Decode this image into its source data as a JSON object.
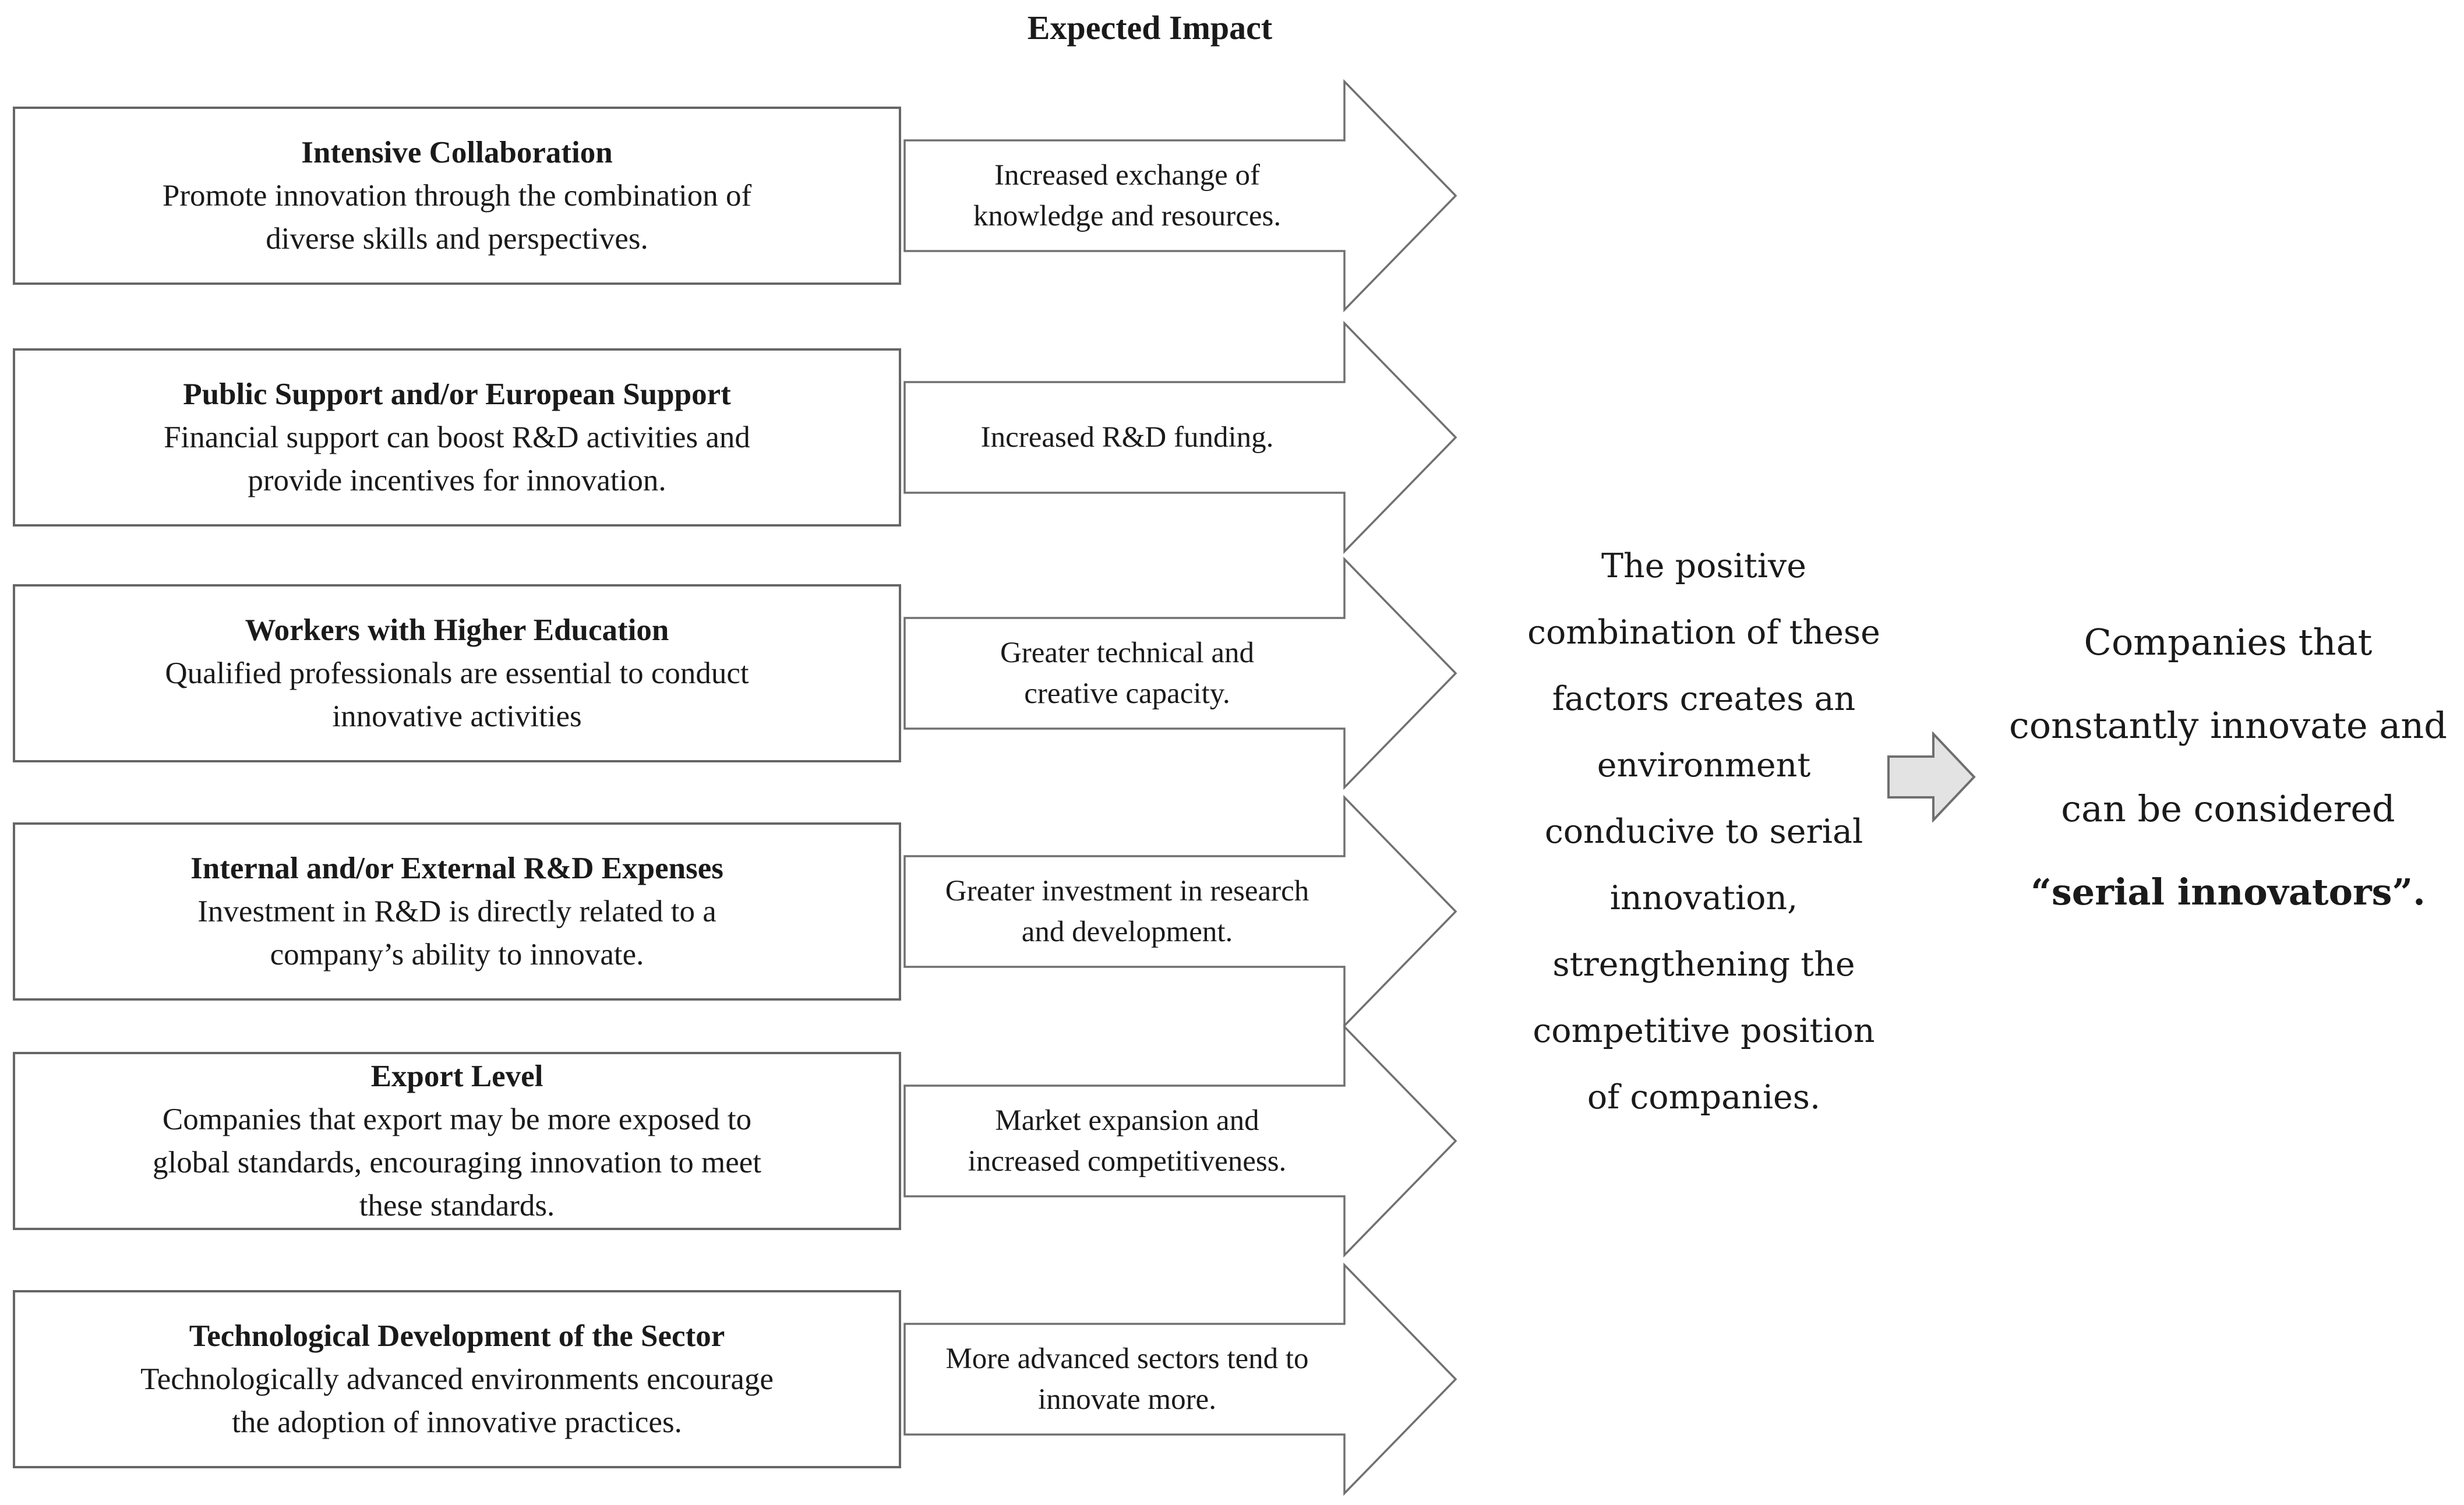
{
  "title": "Expected Impact",
  "factors": [
    {
      "name": "Intensive Collaboration",
      "description_lines": [
        "Promote innovation through the combination of",
        "diverse skills and perspectives."
      ],
      "impact_lines": [
        "Increased exchange of",
        "knowledge and resources."
      ]
    },
    {
      "name": "Public Support and/or European Support",
      "description_lines": [
        "Financial support can boost R&D activities and",
        "provide incentives for innovation."
      ],
      "impact_lines": [
        "Increased R&D funding."
      ]
    },
    {
      "name": "Workers with Higher Education",
      "description_lines": [
        "Qualified professionals are essential to conduct",
        "innovative activities"
      ],
      "impact_lines": [
        "Greater technical and",
        "creative capacity."
      ]
    },
    {
      "name": "Internal and/or External R&D Expenses",
      "description_lines": [
        "Investment in R&D is directly related to a",
        "company’s ability to innovate."
      ],
      "impact_lines": [
        "Greater investment in research",
        "and development."
      ]
    },
    {
      "name": "Export Level",
      "description_lines": [
        "Companies that export may be more exposed to",
        "global standards, encouraging innovation to meet",
        "these standards."
      ],
      "impact_lines": [
        "Market expansion and",
        "increased competitiveness."
      ]
    },
    {
      "name": "Technological Development of the Sector",
      "description_lines": [
        "Technologically advanced environments encourage",
        "the adoption of innovative practices."
      ],
      "impact_lines": [
        "More advanced sectors tend to",
        "innovate more."
      ]
    }
  ],
  "conclusion_lines": [
    "The positive",
    "combination of these",
    "factors creates an",
    "environment",
    "conducive to serial",
    "innovation,",
    "strengthening the",
    "competitive position",
    "of companies."
  ],
  "result": {
    "lines": [
      "Companies that",
      "constantly innovate and",
      "can be considered"
    ],
    "bold_line": "“serial innovators”."
  },
  "colors": {
    "text": "#1a1a1a",
    "box_border": "#666666",
    "impact_arrow_fill": "#ffffff",
    "impact_arrow_stroke": "#707070",
    "gray_arrow_fill": "#e3e3e3",
    "gray_arrow_stroke": "#6f6f6f"
  }
}
